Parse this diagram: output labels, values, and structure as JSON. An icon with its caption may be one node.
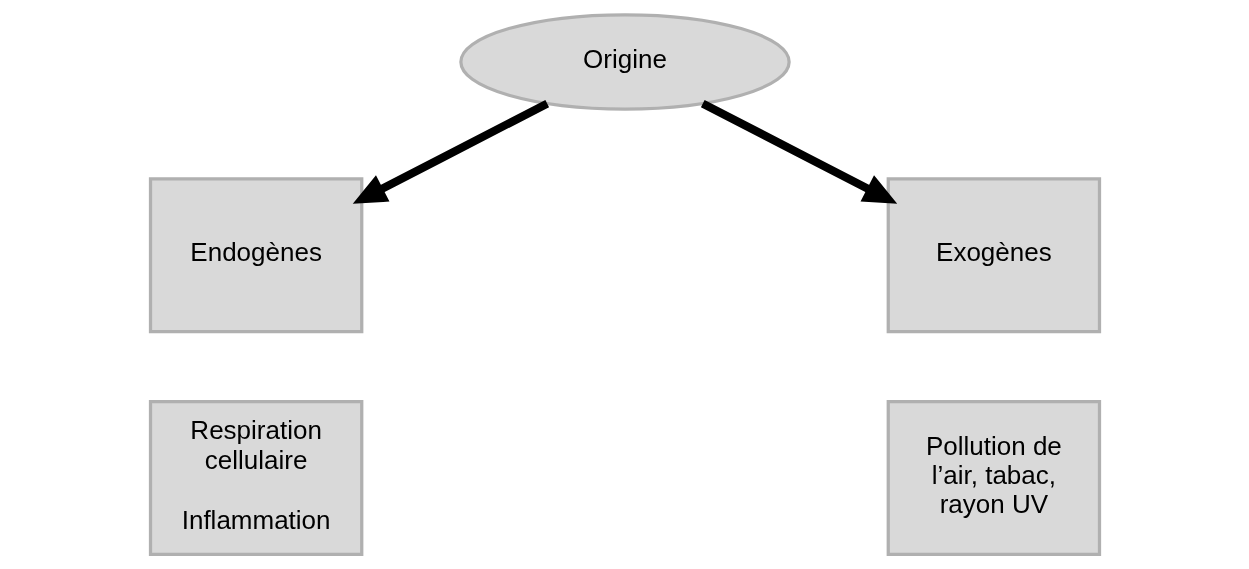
{
  "diagram": {
    "nodes": [
      {
        "text": [
          "Origine"
        ]
      },
      {
        "text": [
          "Endogènes"
        ]
      },
      {
        "text": [
          "Exogènes"
        ]
      },
      {
        "text": [
          "Respiration cellulaire",
          "Inflammation"
        ]
      },
      {
        "text": [
          "Pollution de l’air, tabac, rayon UV"
        ]
      }
    ],
    "edges": [
      {
        "from": 0,
        "to": 1,
        "arrow": "to"
      },
      {
        "from": 0,
        "to": 2,
        "arrow": "to"
      }
    ]
  }
}
